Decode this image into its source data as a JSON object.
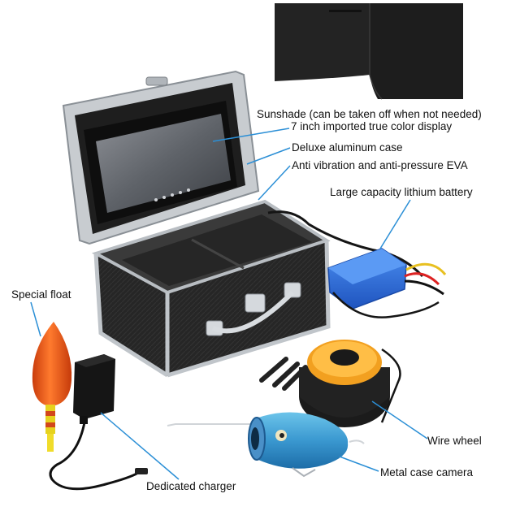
{
  "labels": {
    "sunshade": "Sunshade (can be taken off when not needed)",
    "display": "7 inch imported true color display",
    "case": "Deluxe aluminum case",
    "eva": "Anti vibration and anti-pressure EVA",
    "battery": "Large capacity lithium battery",
    "float": "Special float",
    "wire_wheel": "Wire wheel",
    "camera": "Metal case camera",
    "charger": "Dedicated charger"
  },
  "colors": {
    "callout_line": "#2b8fd6",
    "battery": "#2f6fe0",
    "float": "#f0641e",
    "reel_ring": "#f2a020",
    "camera_body": "#3aa0d8",
    "case_frame": "#c8ccd0",
    "case_panel": "#2a2a2a"
  }
}
